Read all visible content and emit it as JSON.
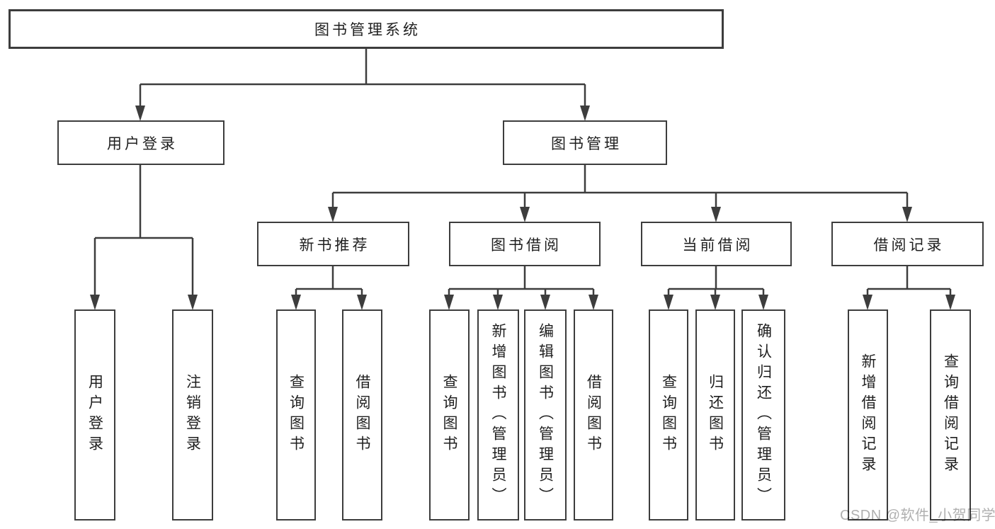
{
  "diagram_type": "hierarchy-chart",
  "tree": {
    "root": {
      "label": "图书管理系统",
      "children": [
        {
          "label": "用户登录",
          "children": [
            {
              "label": "用户登录"
            },
            {
              "label": "注销登录"
            }
          ]
        },
        {
          "label": "图书管理",
          "children": [
            {
              "label": "新书推荐",
              "children": [
                {
                  "label": "查询图书"
                },
                {
                  "label": "借阅图书"
                }
              ]
            },
            {
              "label": "图书借阅",
              "children": [
                {
                  "label": "查询图书"
                },
                {
                  "label": "新增图书（管理员）"
                },
                {
                  "label": "编辑图书（管理员）"
                },
                {
                  "label": "借阅图书"
                }
              ]
            },
            {
              "label": "当前借阅",
              "children": [
                {
                  "label": "查询图书"
                },
                {
                  "label": "归还图书"
                },
                {
                  "label": "确认归还（管理员）"
                }
              ]
            },
            {
              "label": "借阅记录",
              "children": [
                {
                  "label": "新增借阅记录"
                },
                {
                  "label": "查询借阅记录"
                }
              ]
            }
          ]
        }
      ]
    }
  },
  "watermark": {
    "text": "CSDN @软件_小贺同学",
    "color": "#b0b0b0"
  },
  "colors": {
    "line": "#3d3d3d",
    "box_border": "#3d3d3d",
    "box_fill": "#ffffff",
    "text": "#1f1f1f",
    "background": "#ffffff"
  }
}
